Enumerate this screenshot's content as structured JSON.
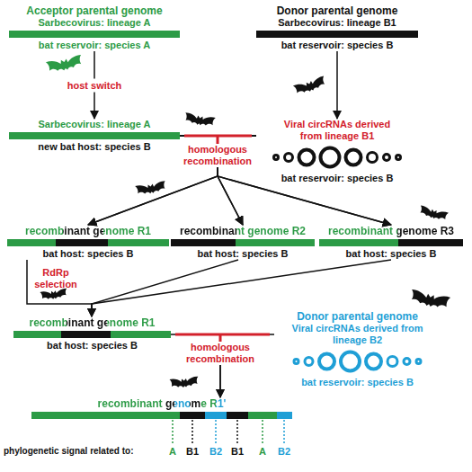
{
  "diagram": {
    "nodes": [
      {
        "text": [
          "Acceptor parental genome",
          "Sarbecovirus: lineage A",
          "bat reservoir: species A"
        ]
      },
      {
        "text": [
          "Donor parental genome",
          "Sarbecovirus: lineage B1",
          "bat reservoir: species B"
        ]
      },
      {
        "text": [
          "Sarbecovirus: lineage A",
          "new bat host: species B"
        ]
      },
      {
        "text": [
          "Viral circRNAs derived from lineage B1",
          "bat reservoir: species B"
        ]
      },
      {
        "text": [
          "recombinant genome R1",
          "bat host: species B"
        ]
      },
      {
        "text": [
          "recombinant genome R2",
          "bat host: species B"
        ]
      },
      {
        "text": [
          "recombinant genome R3",
          "bat host: species B"
        ]
      },
      {
        "text": [
          "recombinant genome R1",
          "bat host: species B"
        ]
      },
      {
        "text": [
          "Donor parental genome",
          "Viral circRNAs derived from lineage B2",
          "bat reservoir: species B"
        ]
      },
      {
        "text": [
          "recombinant genome R1'"
        ]
      }
    ],
    "edges": [
      {
        "from": 0,
        "to": 2,
        "label": "host switch",
        "arrow": "to"
      },
      {
        "from": 1,
        "to": 3,
        "arrow": "to"
      },
      {
        "from": 2,
        "to": 4,
        "arrow": "to"
      },
      {
        "from": 2,
        "to": 5,
        "arrow": "to"
      },
      {
        "from": 2,
        "to": 6,
        "arrow": "to"
      },
      {
        "from": 3,
        "to": 4,
        "arrow": "to"
      },
      {
        "from": 3,
        "to": 5,
        "arrow": "to"
      },
      {
        "from": 3,
        "to": 6,
        "arrow": "to"
      },
      {
        "from": 4,
        "to": 7,
        "arrow": "to"
      },
      {
        "from": 5,
        "to": 7,
        "arrow": "to"
      },
      {
        "from": 6,
        "to": 7,
        "arrow": "to"
      },
      {
        "from": 7,
        "to": 9,
        "arrow": "to"
      },
      {
        "from": 8,
        "to": 9,
        "arrow": "to"
      }
    ],
    "labels": [
      "homologous recombination",
      "RdRp selection",
      "homologous recombination",
      "phylogenetic signal related to:",
      "A",
      "B1",
      "B2",
      "B1",
      "A",
      "B2"
    ]
  }
}
